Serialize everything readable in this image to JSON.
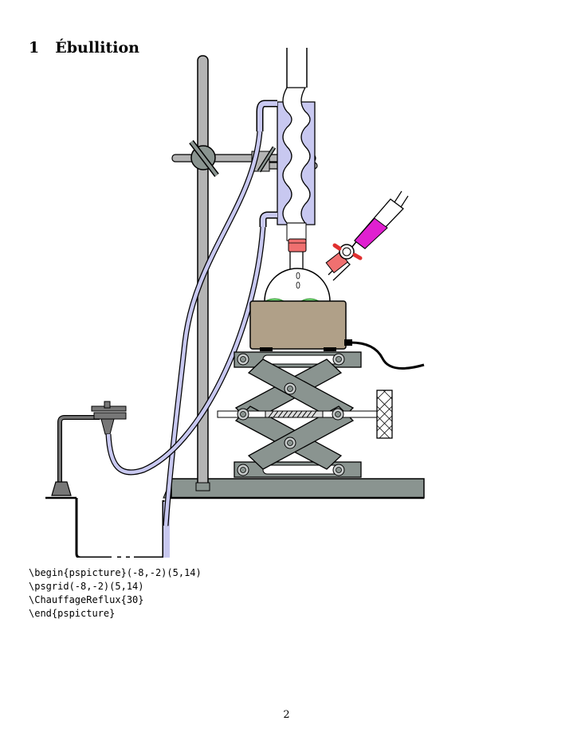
{
  "section": {
    "number": "1",
    "title": "Ébullition"
  },
  "code_lines": [
    "\\begin{pspicture}(-8,-2)(5,14)",
    "\\psgrid(-8,-2)(5,14)",
    "\\ChauffageReflux{30}",
    "\\end{pspicture}"
  ],
  "page_number": "2",
  "colors": {
    "liquid": "#7de07d",
    "condenser_water": "#c8c8f0",
    "funnel_liquid": "#e020d0",
    "heater": "#b0a088",
    "jack": "#8a9490",
    "stand": "#b4b4b4",
    "stopper": "#f07070"
  }
}
